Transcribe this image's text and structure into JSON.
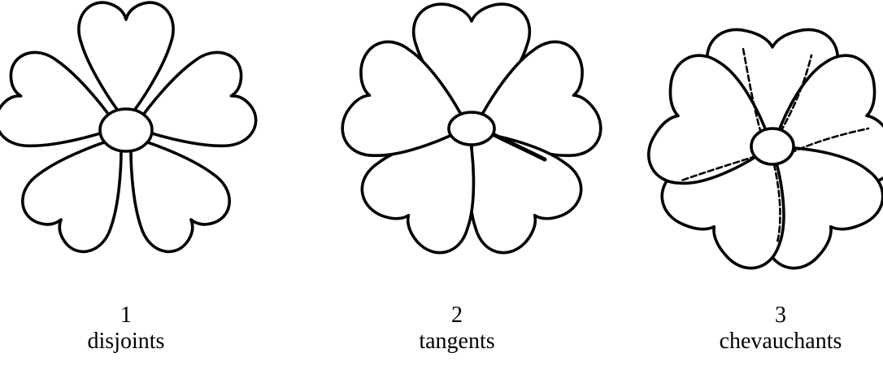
{
  "figures": [
    {
      "number": "1",
      "label": "disjoints"
    },
    {
      "number": "2",
      "label": "tangents"
    },
    {
      "number": "3",
      "label": "chevauchants"
    }
  ]
}
